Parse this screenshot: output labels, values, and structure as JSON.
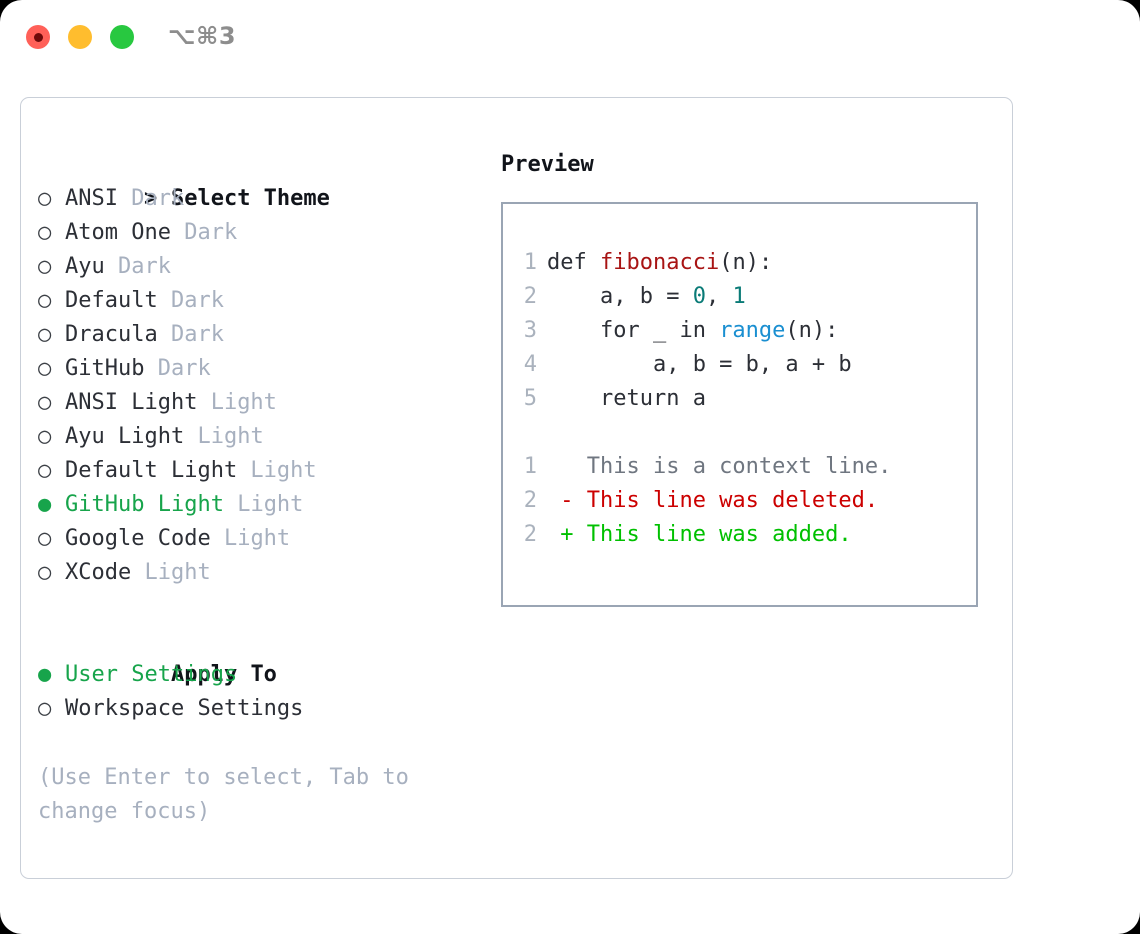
{
  "titlebar": {
    "shortcut": "⌥⌘3",
    "traffic_lights": [
      {
        "name": "close",
        "color": "#ff6058"
      },
      {
        "name": "minimize",
        "color": "#ffbd2e"
      },
      {
        "name": "zoom",
        "color": "#28c840"
      }
    ]
  },
  "theme_list": {
    "header_marker": ">",
    "header_label": "Select Theme",
    "items": [
      {
        "marker": "○",
        "label": "ANSI",
        "tag": "Dark",
        "selected": false
      },
      {
        "marker": "○",
        "label": "Atom One",
        "tag": "Dark",
        "selected": false
      },
      {
        "marker": "○",
        "label": "Ayu",
        "tag": "Dark",
        "selected": false
      },
      {
        "marker": "○",
        "label": "Default",
        "tag": "Dark",
        "selected": false
      },
      {
        "marker": "○",
        "label": "Dracula",
        "tag": "Dark",
        "selected": false
      },
      {
        "marker": "○",
        "label": "GitHub",
        "tag": "Dark",
        "selected": false
      },
      {
        "marker": "○",
        "label": "ANSI Light",
        "tag": "Light",
        "selected": false
      },
      {
        "marker": "○",
        "label": "Ayu Light",
        "tag": "Light",
        "selected": false
      },
      {
        "marker": "○",
        "label": "Default Light",
        "tag": "Light",
        "selected": false
      },
      {
        "marker": "●",
        "label": "GitHub Light",
        "tag": "Light",
        "selected": true
      },
      {
        "marker": "○",
        "label": "Google Code",
        "tag": "Light",
        "selected": false
      },
      {
        "marker": "○",
        "label": "XCode",
        "tag": "Light",
        "selected": false
      }
    ]
  },
  "apply_to": {
    "header_marker": " ",
    "header_label": "Apply To",
    "items": [
      {
        "marker": "●",
        "label": "User Settings",
        "selected": true
      },
      {
        "marker": "○",
        "label": "Workspace Settings",
        "selected": false
      }
    ]
  },
  "hint": "(Use Enter to select, Tab to change focus)",
  "preview": {
    "title": "Preview",
    "code_lines": [
      {
        "no": "1",
        "tokens": [
          {
            "text": "def ",
            "cls": "t-plain"
          },
          {
            "text": "fibonacci",
            "cls": "t-func"
          },
          {
            "text": "(n):",
            "cls": "t-plain"
          }
        ]
      },
      {
        "no": "2",
        "tokens": [
          {
            "text": "    a, b = ",
            "cls": "t-plain"
          },
          {
            "text": "0",
            "cls": "t-num"
          },
          {
            "text": ", ",
            "cls": "t-plain"
          },
          {
            "text": "1",
            "cls": "t-num"
          }
        ]
      },
      {
        "no": "3",
        "tokens": [
          {
            "text": "    for _ in ",
            "cls": "t-plain"
          },
          {
            "text": "range",
            "cls": "t-builtin"
          },
          {
            "text": "(n):",
            "cls": "t-plain"
          }
        ]
      },
      {
        "no": "4",
        "tokens": [
          {
            "text": "        a, b = b, a + b",
            "cls": "t-plain"
          }
        ]
      },
      {
        "no": "5",
        "tokens": [
          {
            "text": "    return a",
            "cls": "t-plain"
          }
        ]
      }
    ],
    "diff_lines": [
      {
        "no": "1",
        "tokens": [
          {
            "text": "   This is a context line.",
            "cls": "t-ctx"
          }
        ]
      },
      {
        "no": "2",
        "tokens": [
          {
            "text": " - This line was deleted.",
            "cls": "t-del"
          }
        ]
      },
      {
        "no": "2",
        "tokens": [
          {
            "text": " + This line was added.",
            "cls": "t-add"
          }
        ]
      }
    ]
  },
  "colors": {
    "selected_green": "#17a44b",
    "tag_gray": "#a7b0bf",
    "diff_deleted": "#cc0000",
    "diff_added": "#00c000",
    "function_red": "#a81414",
    "builtin_blue": "#1a8fd1",
    "number_teal": "#0a7b77",
    "panel_border": "#c9cfd8",
    "code_border": "#9aa5b4"
  }
}
